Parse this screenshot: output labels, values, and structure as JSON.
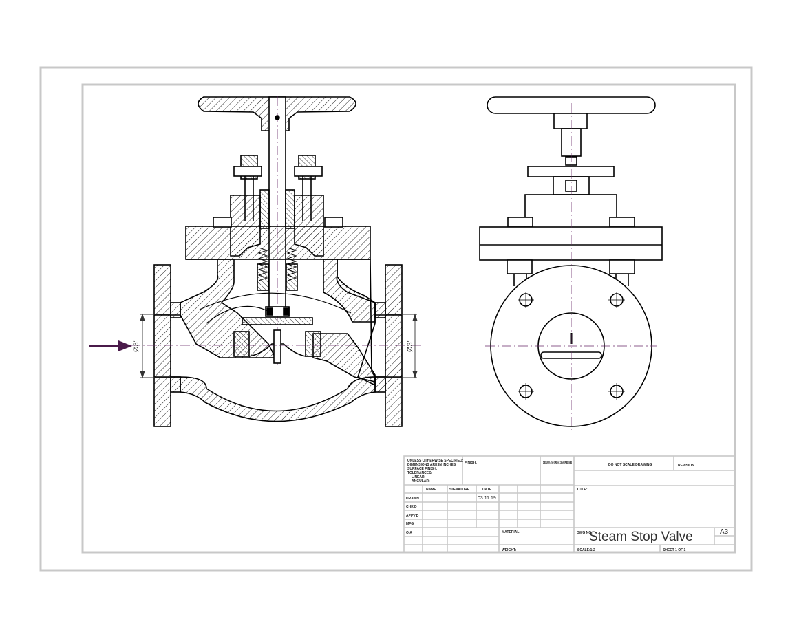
{
  "title_block": {
    "tolerance_note": [
      "UNLESS OTHERWISE SPECIFIED:",
      "DIMENSIONS ARE IN INCHES",
      "SURFACE FINISH:",
      "TOLERANCES:",
      "LINEAR:",
      "ANGULAR:"
    ],
    "finish_label": "FINISH:",
    "deburr_label": "DEBURR AND BREAK SHARP EDGES",
    "do_not_scale": "DO NOT SCALE DRAWING",
    "revision_label": "REVISION",
    "col_name": "NAME",
    "col_signature": "SIGNATURE",
    "col_date": "DATE",
    "rows": [
      "DRAWN",
      "CHK'D",
      "APPV'D",
      "MFG",
      "Q.A"
    ],
    "drawn_date": "03.11.19",
    "material_label": "MATERIAL:",
    "weight_label": "WEIGHT:",
    "dwg_no_label": "DWG NO.",
    "title_label": "TITLE:",
    "title": "Steam Stop Valve",
    "size": "A3",
    "scale_label": "SCALE:1:2",
    "sheet_label": "SHEET 1 OF 1"
  },
  "dimensions": {
    "left_bore": "Ø3\"",
    "right_bore": "Ø3\""
  },
  "colors": {
    "line": "#000000",
    "frame": "#c8c8c8",
    "arrow": "#4a1a4a",
    "centerline": "#6a2a6a"
  },
  "icons": {
    "flow_arrow": "flow-direction-arrow"
  }
}
